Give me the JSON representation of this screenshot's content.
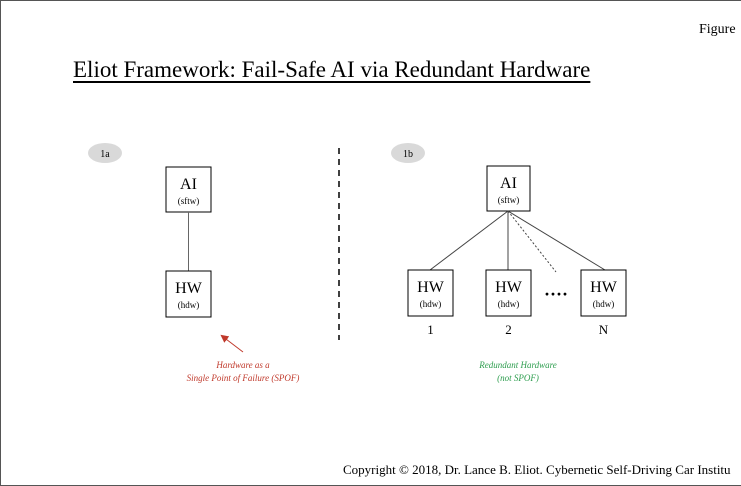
{
  "figure_label": "Figure",
  "title": "Eliot Framework: Fail-Safe AI via Redundant Hardware",
  "left": {
    "tag": "1a",
    "ai_box": {
      "main": "AI",
      "sub": "(sftw)"
    },
    "hw_box": {
      "main": "HW",
      "sub": "(hdw)"
    },
    "note_lines": [
      "Hardware as a",
      "Single Point of Failure (SPOF)"
    ],
    "note_color": "#c0392b"
  },
  "right": {
    "tag": "1b",
    "ai_box": {
      "main": "AI",
      "sub": "(sftw)"
    },
    "hw_boxes": [
      {
        "main": "HW",
        "sub": "(hdw)",
        "label": "1"
      },
      {
        "main": "HW",
        "sub": "(hdw)",
        "label": "2"
      },
      {
        "main": "HW",
        "sub": "(hdw)",
        "label": "N"
      }
    ],
    "ellipsis": "····",
    "note_lines": [
      "Redundant Hardware",
      "(not SPOF)"
    ],
    "note_color": "#2e9e4f"
  },
  "copyright": "Copyright © 2018, Dr. Lance B. Eliot. Cybernetic Self-Driving Car Institu"
}
